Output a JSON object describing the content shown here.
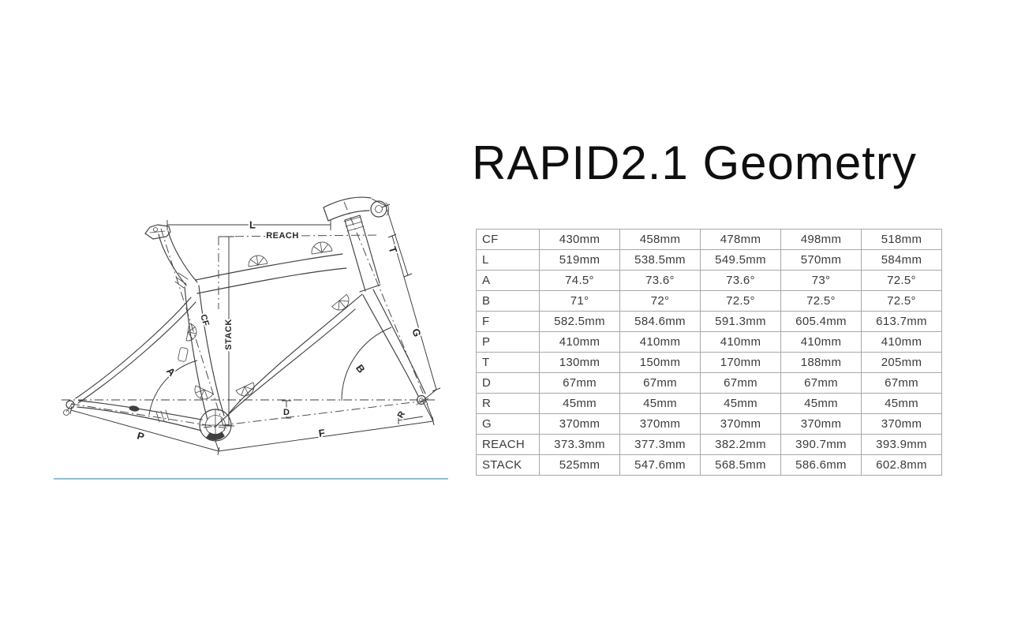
{
  "title": "RAPID2.1 Geometry",
  "diagram": {
    "underline_color": "#6fa8c9",
    "labels": {
      "L": "L",
      "REACH": "REACH",
      "STACK": "STACK",
      "A": "A",
      "B": "B",
      "CF": "CF",
      "G": "G",
      "T": "T",
      "D": "D",
      "P": "P",
      "F": "F",
      "R": "R"
    }
  },
  "table": {
    "rows": [
      {
        "label": "CF",
        "values": [
          "430mm",
          "458mm",
          "478mm",
          "498mm",
          "518mm"
        ]
      },
      {
        "label": "L",
        "values": [
          "519mm",
          "538.5mm",
          "549.5mm",
          "570mm",
          "584mm"
        ]
      },
      {
        "label": "A",
        "values": [
          "74.5°",
          "73.6°",
          "73.6°",
          "73°",
          "72.5°"
        ]
      },
      {
        "label": "B",
        "values": [
          "71°",
          "72°",
          "72.5°",
          "72.5°",
          "72.5°"
        ]
      },
      {
        "label": "F",
        "values": [
          "582.5mm",
          "584.6mm",
          "591.3mm",
          "605.4mm",
          "613.7mm"
        ]
      },
      {
        "label": "P",
        "values": [
          "410mm",
          "410mm",
          "410mm",
          "410mm",
          "410mm"
        ]
      },
      {
        "label": "T",
        "values": [
          "130mm",
          "150mm",
          "170mm",
          "188mm",
          "205mm"
        ]
      },
      {
        "label": "D",
        "values": [
          "67mm",
          "67mm",
          "67mm",
          "67mm",
          "67mm"
        ]
      },
      {
        "label": "R",
        "values": [
          "45mm",
          "45mm",
          "45mm",
          "45mm",
          "45mm"
        ]
      },
      {
        "label": "G",
        "values": [
          "370mm",
          "370mm",
          "370mm",
          "370mm",
          "370mm"
        ]
      },
      {
        "label": "REACH",
        "values": [
          "373.3mm",
          "377.3mm",
          "382.2mm",
          "390.7mm",
          "393.9mm"
        ]
      },
      {
        "label": "STACK",
        "values": [
          "525mm",
          "547.6mm",
          "568.5mm",
          "586.6mm",
          "602.8mm"
        ]
      }
    ]
  }
}
